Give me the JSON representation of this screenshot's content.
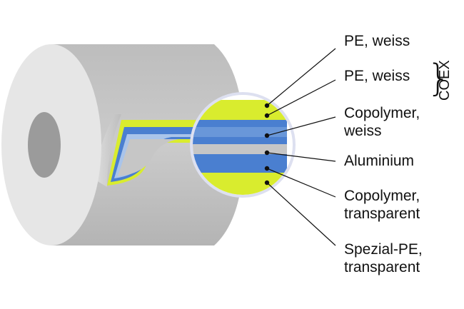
{
  "labels": {
    "l1": "PE, weiss",
    "l2": "PE, weiss",
    "l3a": "Copolymer,",
    "l3b": "weiss",
    "l4": "Aluminium",
    "l5a": "Copolymer,",
    "l5b": "transparent",
    "l6a": "Spezial-PE,",
    "l6b": "transparent"
  },
  "group": {
    "brace": "}",
    "label": "COEX"
  },
  "colors": {
    "tube": "#c8c8c8",
    "tube_dark": "#a9a9a9",
    "tube_end": "#e6e6e6",
    "hole": "#9b9b9b",
    "ring": "#dde0f0",
    "yellow": "#d9ec2e",
    "blue": "#4a7fd0",
    "light_blue": "#a9c4ea",
    "aluminium": "#c6c6c6",
    "line": "#111111"
  }
}
